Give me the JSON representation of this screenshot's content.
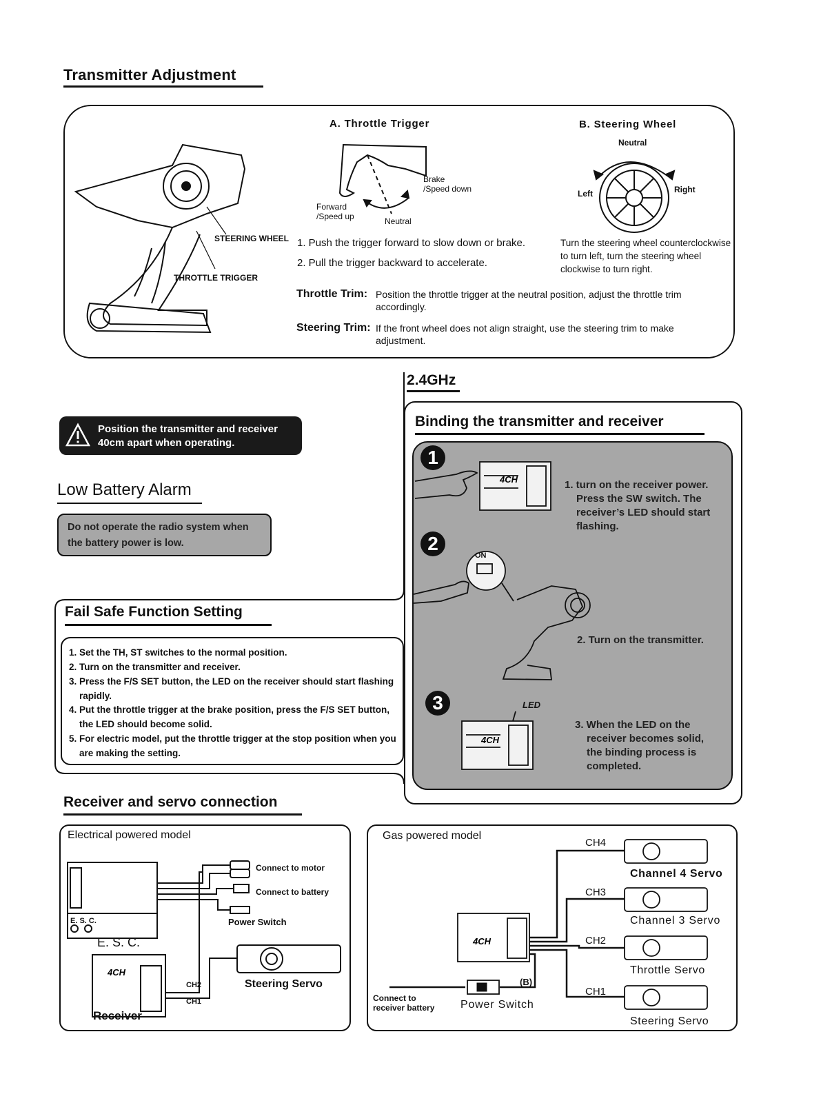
{
  "transmitter": {
    "title": "Transmitter Adjustment",
    "steering_wheel_label": "STEERING WHEEL",
    "throttle_trigger_label": "THROTTLE TRIGGER",
    "throttle": {
      "heading": "A. Throttle Trigger",
      "brake": "Brake",
      "speed_down": "/Speed down",
      "forward": "Forward",
      "speed_up": "/Speed up",
      "neutral": "Neutral",
      "step1": "1. Push the trigger forward to slow down or brake.",
      "step2": "2. Pull the trigger backward to accelerate."
    },
    "steering": {
      "heading": "B. Steering Wheel",
      "neutral": "Neutral",
      "left": "Left",
      "right": "Right",
      "line1": "Turn the steering wheel counterclockwise",
      "line2": "to turn left, turn the steering wheel",
      "line3": "clockwise to turn right."
    },
    "throttle_trim": {
      "label": "Throttle Trim:",
      "line1": "Position the throttle trigger at the neutral position, adjust the throttle trim",
      "line2": "accordingly."
    },
    "steering_trim": {
      "label": "Steering Trim:",
      "line1": "If the front wheel does not align straight, use the steering trim to make",
      "line2": "adjustment."
    }
  },
  "warning": {
    "line1": "Position the transmitter and receiver",
    "line2": "40cm apart when operating."
  },
  "low_battery": {
    "title": "Low Battery Alarm",
    "line1": "Do not operate the radio system when",
    "line2": "the battery power is low."
  },
  "fail_safe": {
    "title": "Fail Safe Function Setting",
    "items": [
      "1. Set the TH, ST switches to the normal position.",
      "2. Turn on the transmitter and receiver.",
      "3. Press the F/S SET button, the LED on the receiver should start flashing",
      "rapidly.",
      "4. Put the throttle trigger at the brake position, press the F/S SET button,",
      "the LED should become solid.",
      "5. For electric model, put the throttle trigger at the stop position when you",
      "are making the setting."
    ]
  },
  "binding": {
    "band": "2.4GHz",
    "title": "Binding the transmitter and receiver",
    "step1_num": "1",
    "step1": [
      "1. turn on the receiver power.",
      "Press the SW switch. The",
      "receiver’s LED should start",
      "flashing."
    ],
    "step2_num": "2",
    "on_label": "ON",
    "step2": "2. Turn on the transmitter.",
    "step3_num": "3",
    "led_label": "LED",
    "step3": [
      "3. When the LED on the",
      "receiver becomes solid,",
      "the binding process is",
      "completed."
    ]
  },
  "connection": {
    "title": "Receiver and servo connection",
    "electric": {
      "heading": "Electrical powered model",
      "connect_motor": "Connect to motor",
      "connect_battery": "Connect to battery",
      "power_switch": "Power Switch",
      "esc_small": "E. S. C.",
      "esc_label": "E. S. C.",
      "ch2": "CH2",
      "ch1": "CH1",
      "steering_servo": "Steering Servo",
      "receiver": "Receiver"
    },
    "gas": {
      "heading": "Gas powered model",
      "ch4": "CH4",
      "ch4_servo": "Channel 4 Servo",
      "ch3": "CH3",
      "ch3_servo": "Channel 3 Servo",
      "ch2": "CH2",
      "ch2_servo": "Throttle Servo",
      "ch1": "CH1",
      "ch1_servo": "Steering Servo",
      "b_label": "(B)",
      "power_switch": "Power Switch",
      "connect_rx1": "Connect to",
      "connect_rx2": "receiver battery"
    }
  }
}
